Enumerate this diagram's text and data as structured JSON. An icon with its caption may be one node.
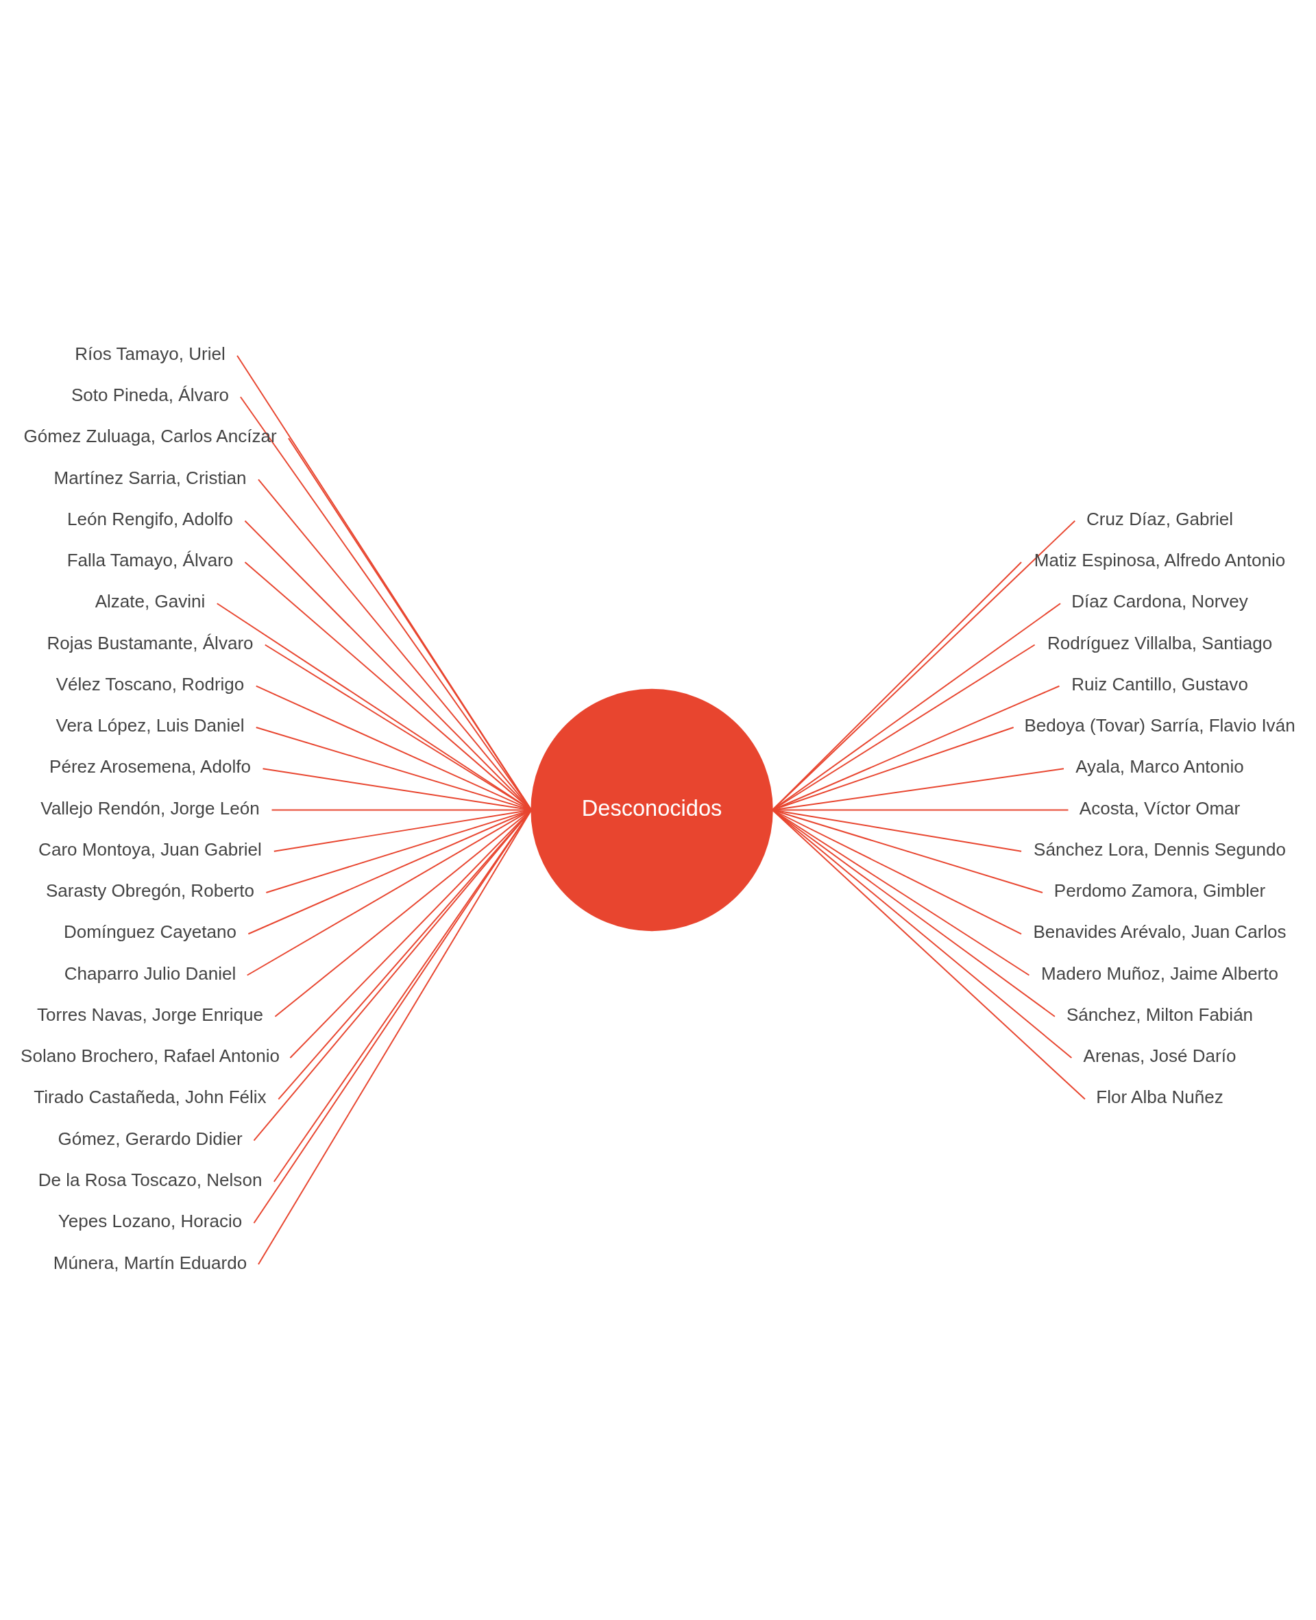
{
  "diagram": {
    "nodes": [
      {
        "text": [
          "Desconocidos"
        ]
      },
      {
        "text": [
          "Ríos Tamayo, Uriel"
        ]
      },
      {
        "text": [
          "Soto Pineda, Álvaro"
        ]
      },
      {
        "text": [
          "Gómez Zuluaga, Carlos Ancízar"
        ]
      },
      {
        "text": [
          "Martínez Sarria, Cristian"
        ]
      },
      {
        "text": [
          "León Rengifo, Adolfo"
        ]
      },
      {
        "text": [
          "Falla Tamayo, Álvaro"
        ]
      },
      {
        "text": [
          "Alzate, Gavini"
        ]
      },
      {
        "text": [
          "Rojas Bustamante, Álvaro"
        ]
      },
      {
        "text": [
          "Vélez Toscano, Rodrigo"
        ]
      },
      {
        "text": [
          "Vera López, Luis Daniel"
        ]
      },
      {
        "text": [
          "Pérez Arosemena, Adolfo"
        ]
      },
      {
        "text": [
          "Vallejo Rendón, Jorge León"
        ]
      },
      {
        "text": [
          "Caro Montoya, Juan Gabriel"
        ]
      },
      {
        "text": [
          "Sarasty Obregón, Roberto"
        ]
      },
      {
        "text": [
          "Domínguez Cayetano"
        ]
      },
      {
        "text": [
          "Chaparro Julio Daniel"
        ]
      },
      {
        "text": [
          "Torres Navas, Jorge Enrique"
        ]
      },
      {
        "text": [
          "Solano Brochero, Rafael Antonio"
        ]
      },
      {
        "text": [
          "Tirado Castañeda, John Félix"
        ]
      },
      {
        "text": [
          "Gómez, Gerardo Didier"
        ]
      },
      {
        "text": [
          "De la Rosa Toscazo, Nelson"
        ]
      },
      {
        "text": [
          "Yepes Lozano, Horacio"
        ]
      },
      {
        "text": [
          "Múnera, Martín Eduardo"
        ]
      },
      {
        "text": [
          "Cruz Díaz, Gabriel"
        ]
      },
      {
        "text": [
          "Matiz Espinosa, Alfredo Antonio"
        ]
      },
      {
        "text": [
          "Díaz Cardona, Norvey"
        ]
      },
      {
        "text": [
          "Rodríguez Villalba, Santiago"
        ]
      },
      {
        "text": [
          "Ruiz Cantillo, Gustavo"
        ]
      },
      {
        "text": [
          "Bedoya (Tovar) Sarría, Flavio Iván"
        ]
      },
      {
        "text": [
          "Ayala, Marco Antonio"
        ]
      },
      {
        "text": [
          "Acosta, Víctor Omar"
        ]
      },
      {
        "text": [
          "Sánchez Lora, Dennis Segundo"
        ]
      },
      {
        "text": [
          "Perdomo Zamora, Gimbler"
        ]
      },
      {
        "text": [
          "Benavides Arévalo, Juan Carlos"
        ]
      },
      {
        "text": [
          "Madero Muñoz, Jaime Alberto"
        ]
      },
      {
        "text": [
          "Sánchez, Milton Fabián"
        ]
      },
      {
        "text": [
          "Arenas, José Darío"
        ]
      },
      {
        "text": [
          "Flor Alba Nuñez"
        ]
      }
    ],
    "edges": [
      {
        "from": 0,
        "to": 1,
        "arrow": "none"
      },
      {
        "from": 0,
        "to": 2,
        "arrow": "none"
      },
      {
        "from": 0,
        "to": 3,
        "arrow": "none"
      },
      {
        "from": 0,
        "to": 4,
        "arrow": "none"
      },
      {
        "from": 0,
        "to": 5,
        "arrow": "none"
      },
      {
        "from": 0,
        "to": 6,
        "arrow": "none"
      },
      {
        "from": 0,
        "to": 7,
        "arrow": "none"
      },
      {
        "from": 0,
        "to": 8,
        "arrow": "none"
      },
      {
        "from": 0,
        "to": 9,
        "arrow": "none"
      },
      {
        "from": 0,
        "to": 10,
        "arrow": "none"
      },
      {
        "from": 0,
        "to": 11,
        "arrow": "none"
      },
      {
        "from": 0,
        "to": 12,
        "arrow": "none"
      },
      {
        "from": 0,
        "to": 13,
        "arrow": "none"
      },
      {
        "from": 0,
        "to": 14,
        "arrow": "none"
      },
      {
        "from": 0,
        "to": 15,
        "arrow": "none"
      },
      {
        "from": 0,
        "to": 16,
        "arrow": "none"
      },
      {
        "from": 0,
        "to": 17,
        "arrow": "none"
      },
      {
        "from": 0,
        "to": 18,
        "arrow": "none"
      },
      {
        "from": 0,
        "to": 19,
        "arrow": "none"
      },
      {
        "from": 0,
        "to": 20,
        "arrow": "none"
      },
      {
        "from": 0,
        "to": 21,
        "arrow": "none"
      },
      {
        "from": 0,
        "to": 22,
        "arrow": "none"
      },
      {
        "from": 0,
        "to": 23,
        "arrow": "none"
      },
      {
        "from": 0,
        "to": 24,
        "arrow": "none"
      },
      {
        "from": 0,
        "to": 25,
        "arrow": "none"
      },
      {
        "from": 0,
        "to": 26,
        "arrow": "none"
      },
      {
        "from": 0,
        "to": 27,
        "arrow": "none"
      },
      {
        "from": 0,
        "to": 28,
        "arrow": "none"
      },
      {
        "from": 0,
        "to": 29,
        "arrow": "none"
      },
      {
        "from": 0,
        "to": 30,
        "arrow": "none"
      },
      {
        "from": 0,
        "to": 31,
        "arrow": "none"
      },
      {
        "from": 0,
        "to": 32,
        "arrow": "none"
      },
      {
        "from": 0,
        "to": 33,
        "arrow": "none"
      },
      {
        "from": 0,
        "to": 34,
        "arrow": "none"
      },
      {
        "from": 0,
        "to": 35,
        "arrow": "none"
      },
      {
        "from": 0,
        "to": 36,
        "arrow": "none"
      },
      {
        "from": 0,
        "to": 37,
        "arrow": "none"
      },
      {
        "from": 0,
        "to": 38,
        "arrow": "none"
      }
    ]
  }
}
